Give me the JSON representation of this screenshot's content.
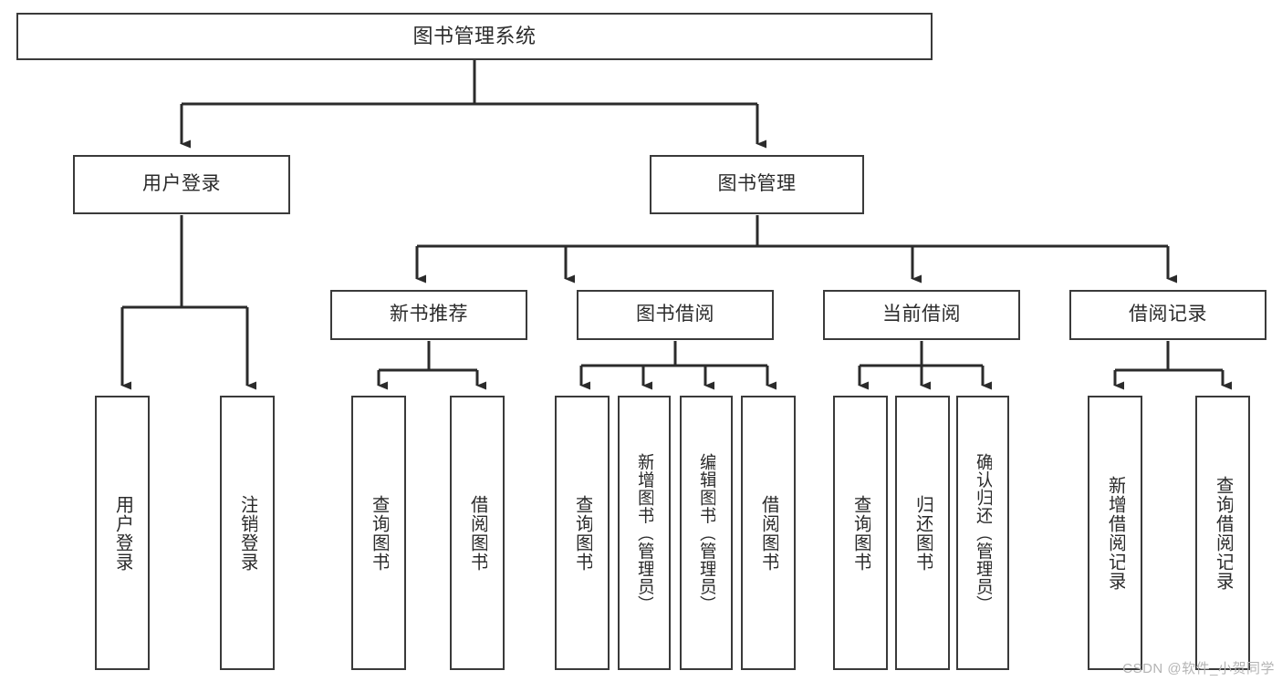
{
  "diagram": {
    "title": "图书管理系统",
    "watermark": "CSDN @软件_小贺同学",
    "colors": {
      "box_border": "#3a3a3a",
      "box_fill": "#ffffff",
      "connector": "#2b2b2b",
      "text": "#2b2b2b",
      "watermark": "#b4b4b4",
      "background": "#ffffff"
    },
    "root": {
      "label": "图书管理系统"
    },
    "level1": [
      {
        "label": "用户登录"
      },
      {
        "label": "图书管理"
      }
    ],
    "level2": [
      {
        "label": "新书推荐"
      },
      {
        "label": "图书借阅"
      },
      {
        "label": "当前借阅"
      },
      {
        "label": "借阅记录"
      }
    ],
    "leaves": {
      "user_login": [
        {
          "label": "用户登录"
        },
        {
          "label": "注销登录"
        }
      ],
      "new_book_recommend": [
        {
          "label": "查询图书"
        },
        {
          "label": "借阅图书"
        }
      ],
      "book_borrow": [
        {
          "label": "查询图书"
        },
        {
          "label": "新增图书（管理员）"
        },
        {
          "label": "编辑图书（管理员）"
        },
        {
          "label": "借阅图书"
        }
      ],
      "current_borrow": [
        {
          "label": "查询图书"
        },
        {
          "label": "归还图书"
        },
        {
          "label": "确认归还（管理员）"
        }
      ],
      "borrow_record": [
        {
          "label": "新增借阅记录"
        },
        {
          "label": "查询借阅记录"
        }
      ]
    }
  }
}
